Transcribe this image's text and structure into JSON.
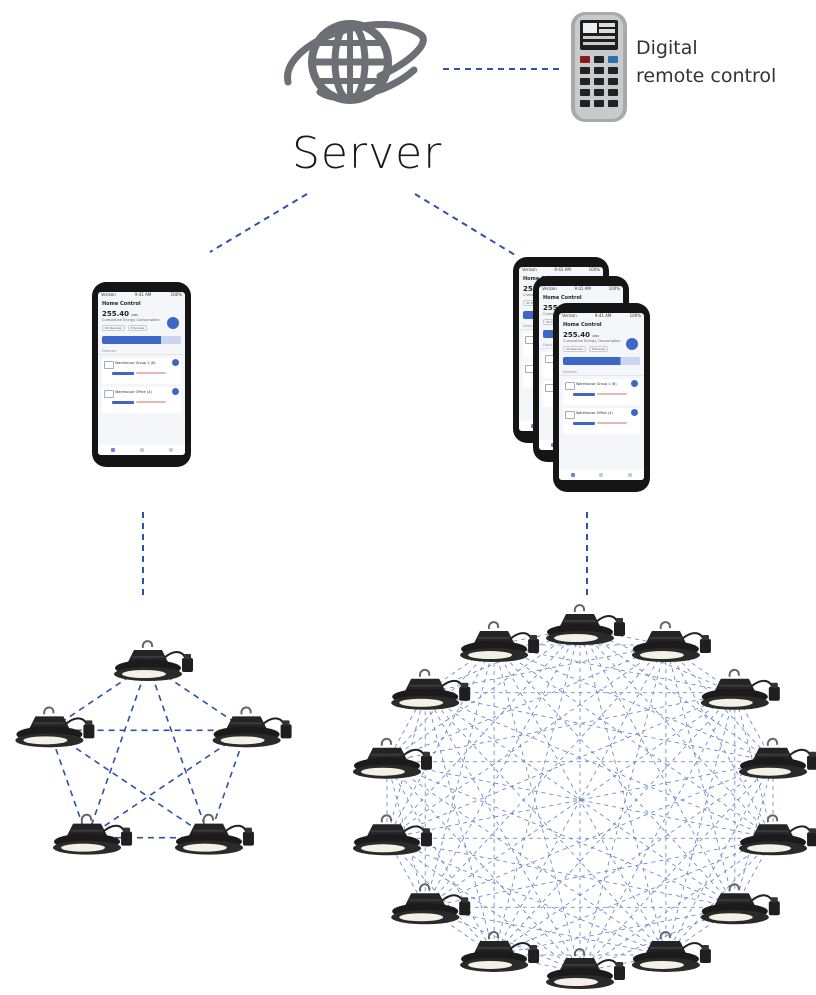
{
  "server": {
    "label": "Server",
    "icon": "globe-icon"
  },
  "remote": {
    "label_line1": "Digital",
    "label_line2": "remote control",
    "icon": "remote-control-icon"
  },
  "phone_screen": {
    "carrier": "Verizon",
    "time": "9:41 AM",
    "battery": "100%",
    "title": "Home Control",
    "value": "255.40",
    "unit": "kWh",
    "subtitle": "Cumulative Energy Consumption",
    "chips": [
      "32 Devices",
      "8 Scenes"
    ],
    "section": "Devices",
    "devices": [
      "Warehouse Group 1 (8)",
      "Warehouse Office (4)"
    ]
  },
  "groups": [
    {
      "name": "small-mesh",
      "lamp_count": 5
    },
    {
      "name": "large-mesh",
      "lamp_count": 14
    }
  ],
  "colors": {
    "link": "#2d52a6",
    "mesh": "#5b7fc7",
    "lamp_body": "#1b1b1b",
    "lamp_lens": "#f3f1e6",
    "globe": "#6c6f73"
  }
}
